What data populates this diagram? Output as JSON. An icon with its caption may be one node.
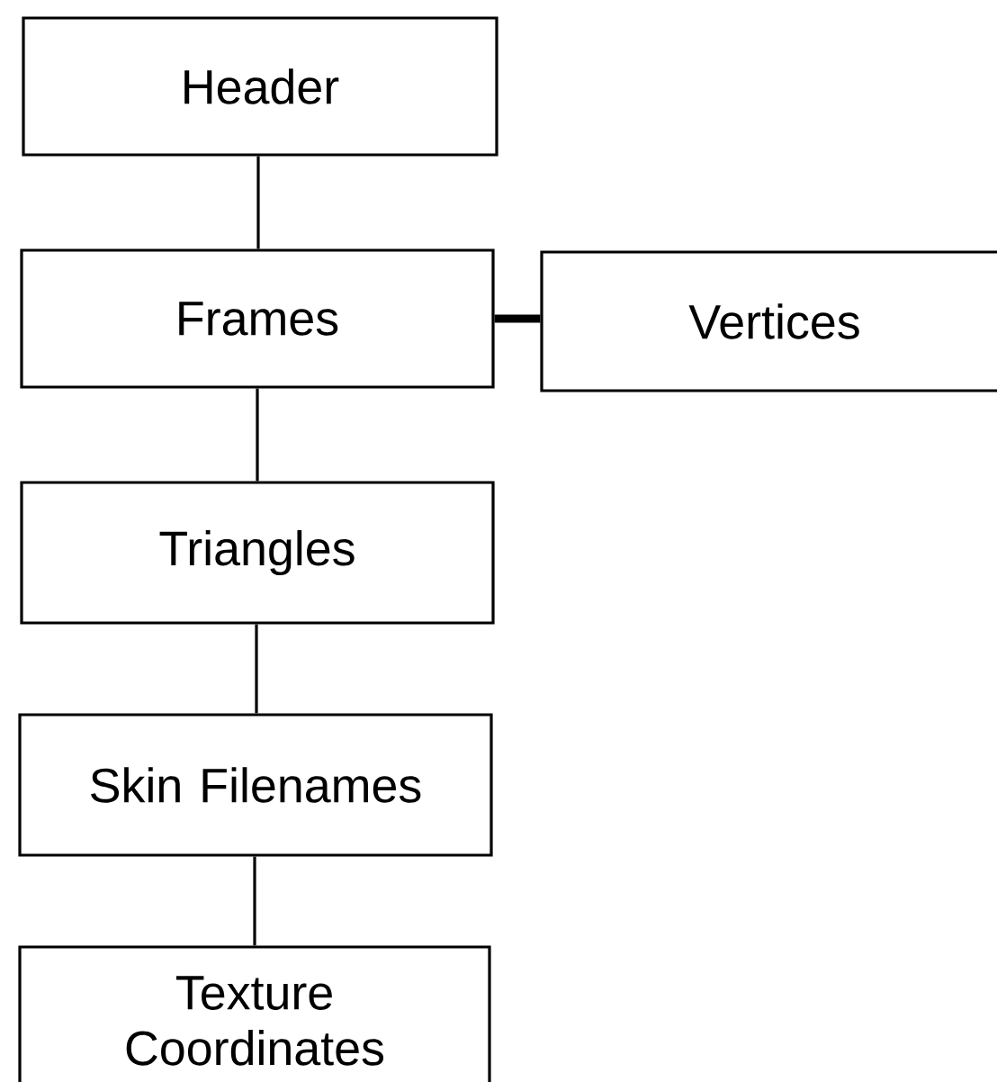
{
  "diagram": {
    "nodes": [
      {
        "text": [
          "Header"
        ]
      },
      {
        "text": [
          "Frames"
        ]
      },
      {
        "text": [
          "Vertices"
        ]
      },
      {
        "text": [
          "Triangles"
        ]
      },
      {
        "text": [
          "Skin Filenames"
        ]
      },
      {
        "text": [
          "Texture Coordinates"
        ]
      }
    ],
    "edges": [
      {
        "from": 0,
        "to": 1,
        "arrow": "none"
      },
      {
        "from": 1,
        "to": 2,
        "arrow": "none",
        "style": "thick"
      },
      {
        "from": 1,
        "to": 3,
        "arrow": "none"
      },
      {
        "from": 3,
        "to": 4,
        "arrow": "none"
      },
      {
        "from": 4,
        "to": 5,
        "arrow": "none"
      }
    ]
  }
}
